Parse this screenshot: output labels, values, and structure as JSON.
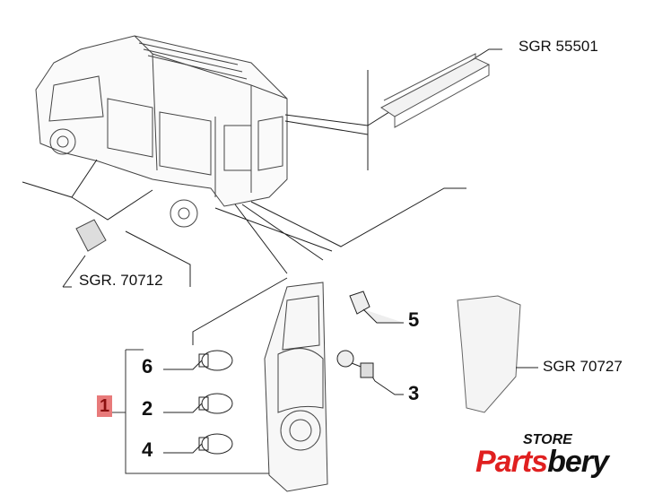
{
  "labels": {
    "sgr_55501": "SGR 55501",
    "sgr_70712": "SGR. 70712",
    "sgr_70727": "SGR 70727"
  },
  "callouts": {
    "main": "1",
    "bulb_top": "6",
    "bulb_mid": "2",
    "bulb_bottom": "4",
    "clip": "5",
    "socket": "3"
  },
  "logo": {
    "store": "STORE",
    "brand_red": "Parts",
    "brand_black": "bery"
  },
  "colors": {
    "highlight": "#e87a7a",
    "brand_red": "#e02020"
  }
}
